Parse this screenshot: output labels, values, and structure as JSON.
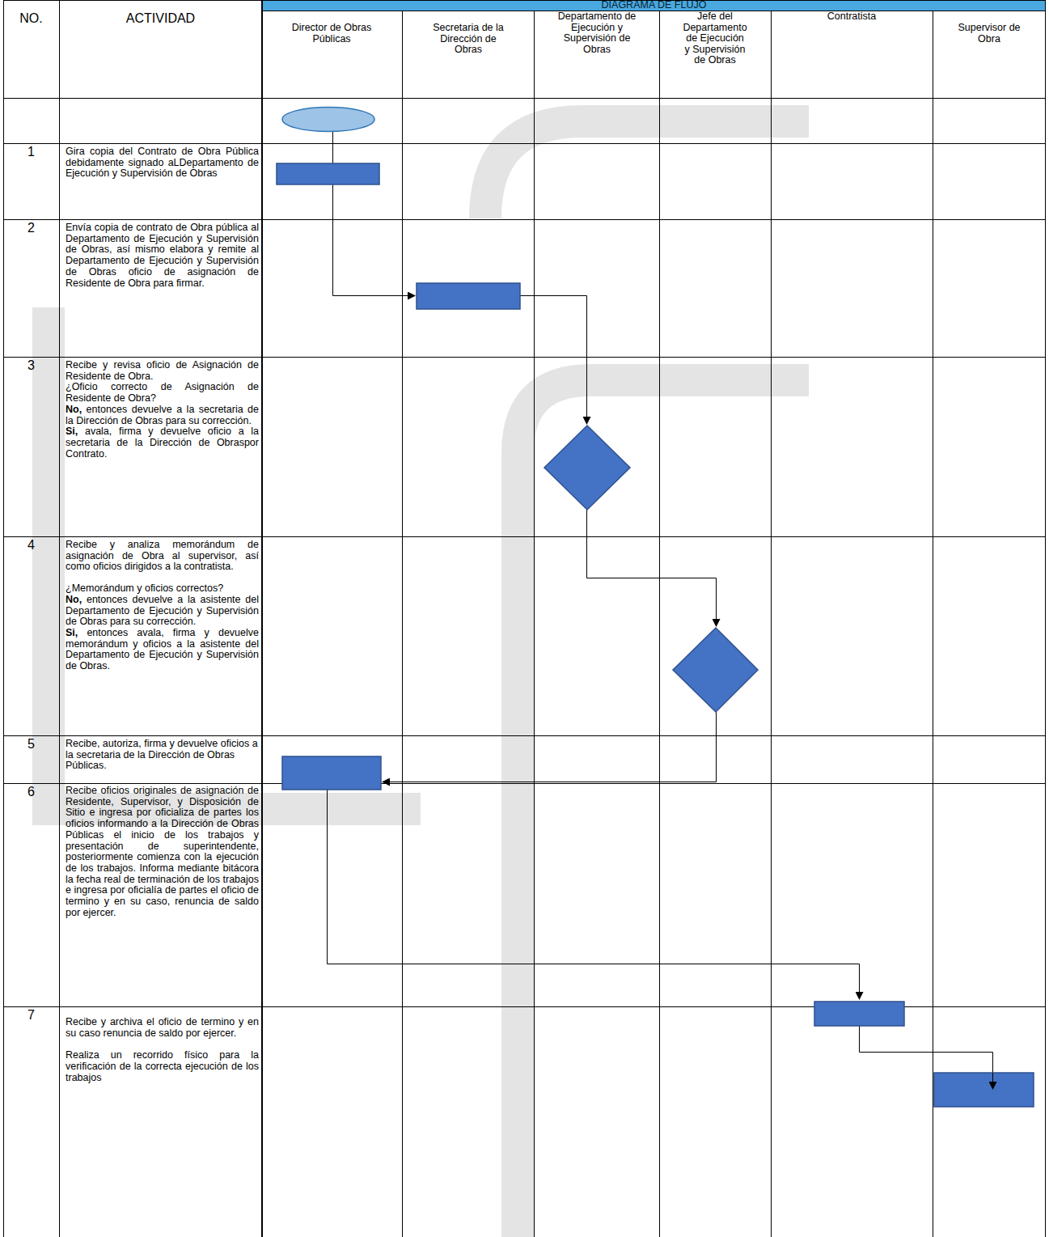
{
  "diagram": {
    "title": "DIAGRAMA DE FLUJO",
    "labels": [
      "NO.",
      "ACTIVIDAD",
      "Director de Obras Públicas",
      "Secretaria de la Dirección de Obras",
      "Departamento de Ejecución y Supervisión de Obras",
      "Jefe del Departamento de Ejecución y Supervisión de Obras",
      "Contratista",
      "Supervisor de Obra",
      "1",
      "Gira copia del Contrato de Obra Pública debidamente signado aLDepartamento de Ejecución y Supervisión de Obras",
      "2",
      "Envía copia de contrato de Obra pública al Departamento de Ejecución y Supervisión de Obras, así mismo elabora y remite al Departamento de Ejecución y Supervisión de Obras oficio de asignación de Residente de Obra para firmar.",
      "3",
      "Recibe y revisa oficio de Asignación de Residente de Obra.",
      "¿Oficio correcto de Asignación de Residente de Obra?",
      "No, entonces devuelve a la secretaria de la Dirección de Obras para su corrección.",
      "Si, avala, firma y devuelve oficio a la secretaria de la Dirección de Obraspor Contrato.",
      "4",
      "Recibe y analiza memorándum de asignación de Obra al supervisor, así como oficios dirigidos a la contratista.",
      "¿Memorándum y oficios correctos?",
      "No, entonces devuelve a la asistente del Departamento de Ejecución y Supervisión de Obras para su corrección.",
      "Si, entonces avala, firma y devuelve memorándum y oficios a la asistente del Departamento de Ejecución y Supervisión de Obras.",
      "5",
      "Recibe, autoriza, firma y devuelve oficios a la secretaria de la Dirección de Obras Públicas.",
      "6",
      "Recibe oficios originales de asignación de Residente, Supervisor, y Disposición de Sitio e ingresa por oficializa de partes los oficios informando a la Dirección de Obras Públicas el inicio de los trabajos y presentación de superintendente, posteriormente comienza con la ejecución de los trabajos. Informa mediante bitácora la fecha real de terminación de los trabajos e ingresa por oficialía de partes el oficio de termino y en su caso, renuncia de saldo por ejercer.",
      "7",
      "Recibe y archiva el oficio de termino y en su caso renuncia de saldo por ejercer.",
      "Realiza un recorrido físico para la verificación de la correcta ejecución de los trabajos"
    ]
  }
}
